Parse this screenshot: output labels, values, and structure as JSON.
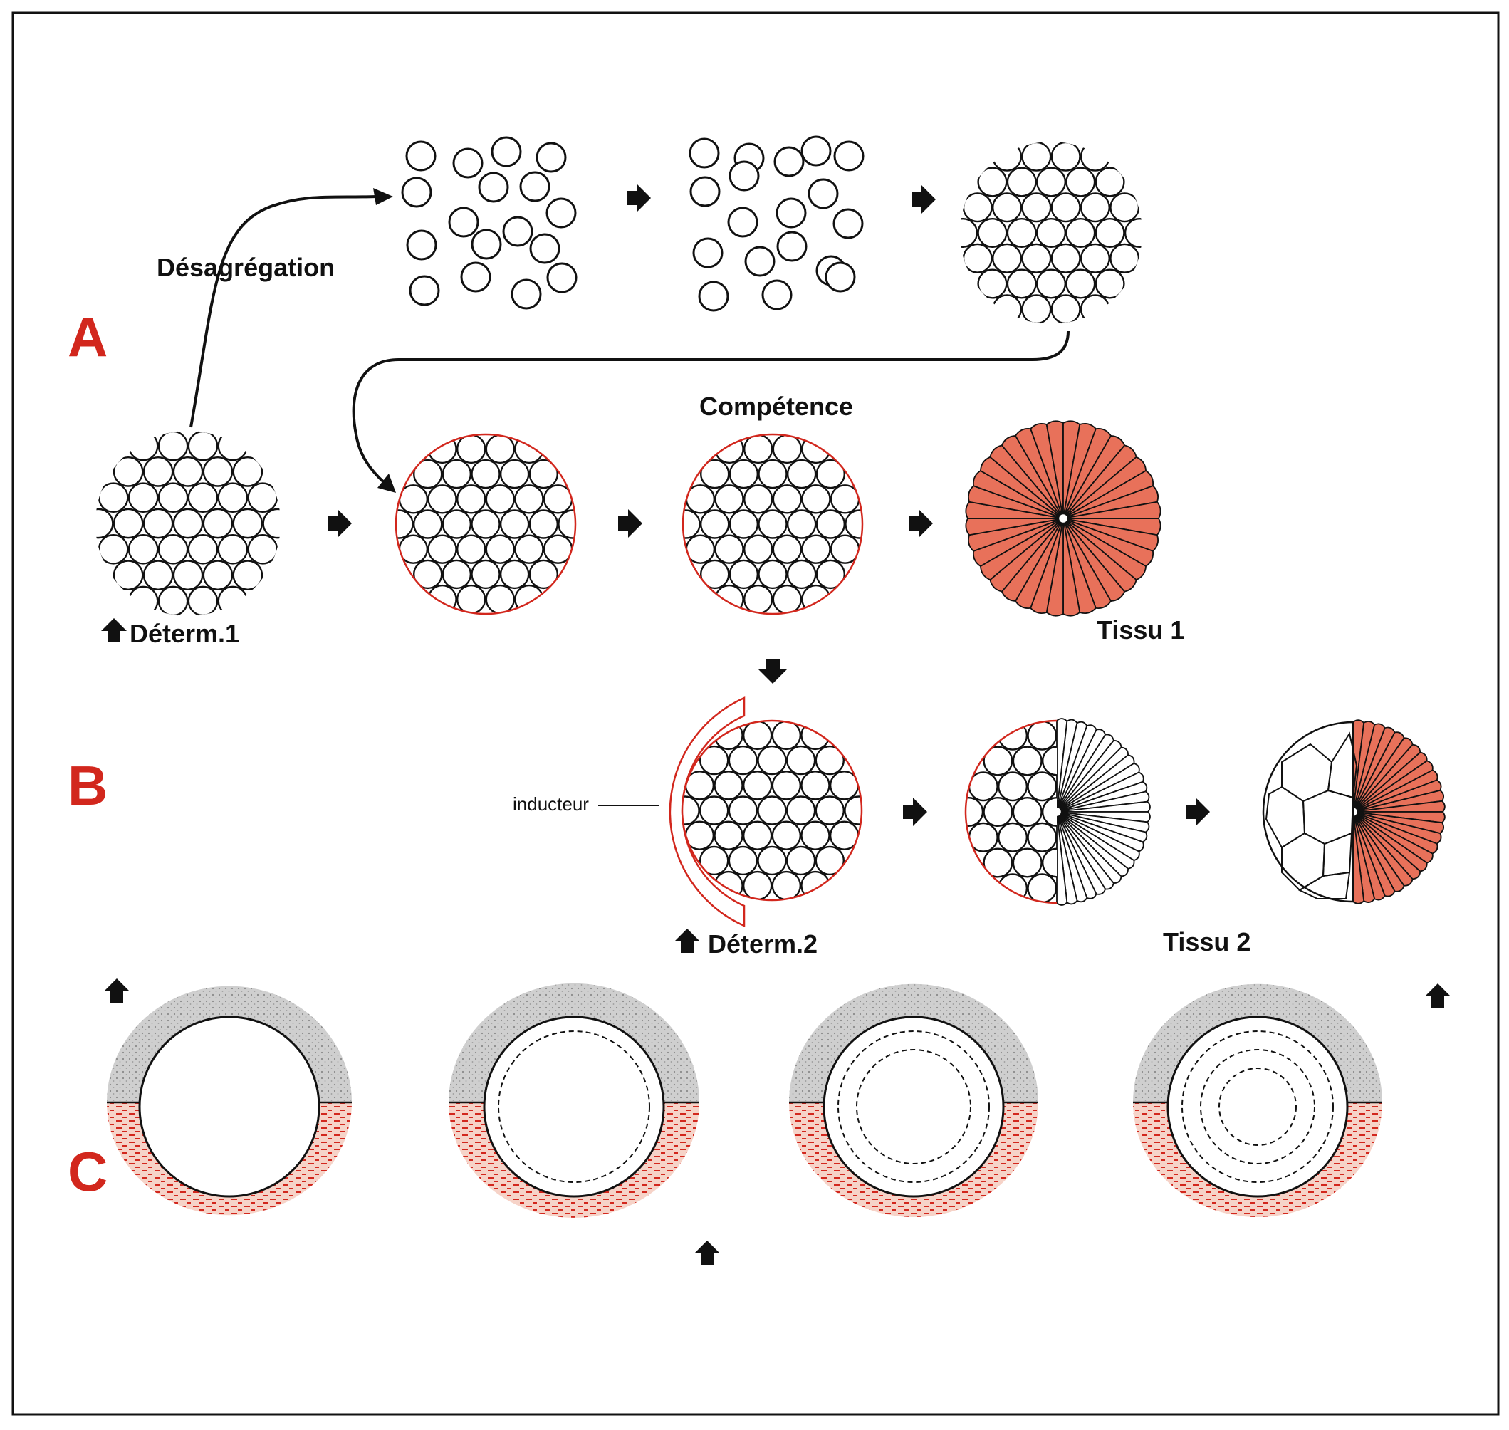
{
  "labels": {
    "section_a": "A",
    "section_b": "B",
    "section_c": "C",
    "desagregation": "Désagrégation",
    "competence": "Compétence",
    "determ1": "Déterm.1",
    "determ2": "Déterm.2",
    "tissu1": "Tissu 1",
    "tissu2": "Tissu 2",
    "inducteur": "inducteur"
  },
  "colors": {
    "accent_red": "#d2271d",
    "tissue_orange": "#e8715a",
    "stipple_grey": "#c9c9c9",
    "ink": "#111111"
  },
  "icons": [
    "arrow-right-icon",
    "arrow-up-icon",
    "arrow-down-icon"
  ]
}
